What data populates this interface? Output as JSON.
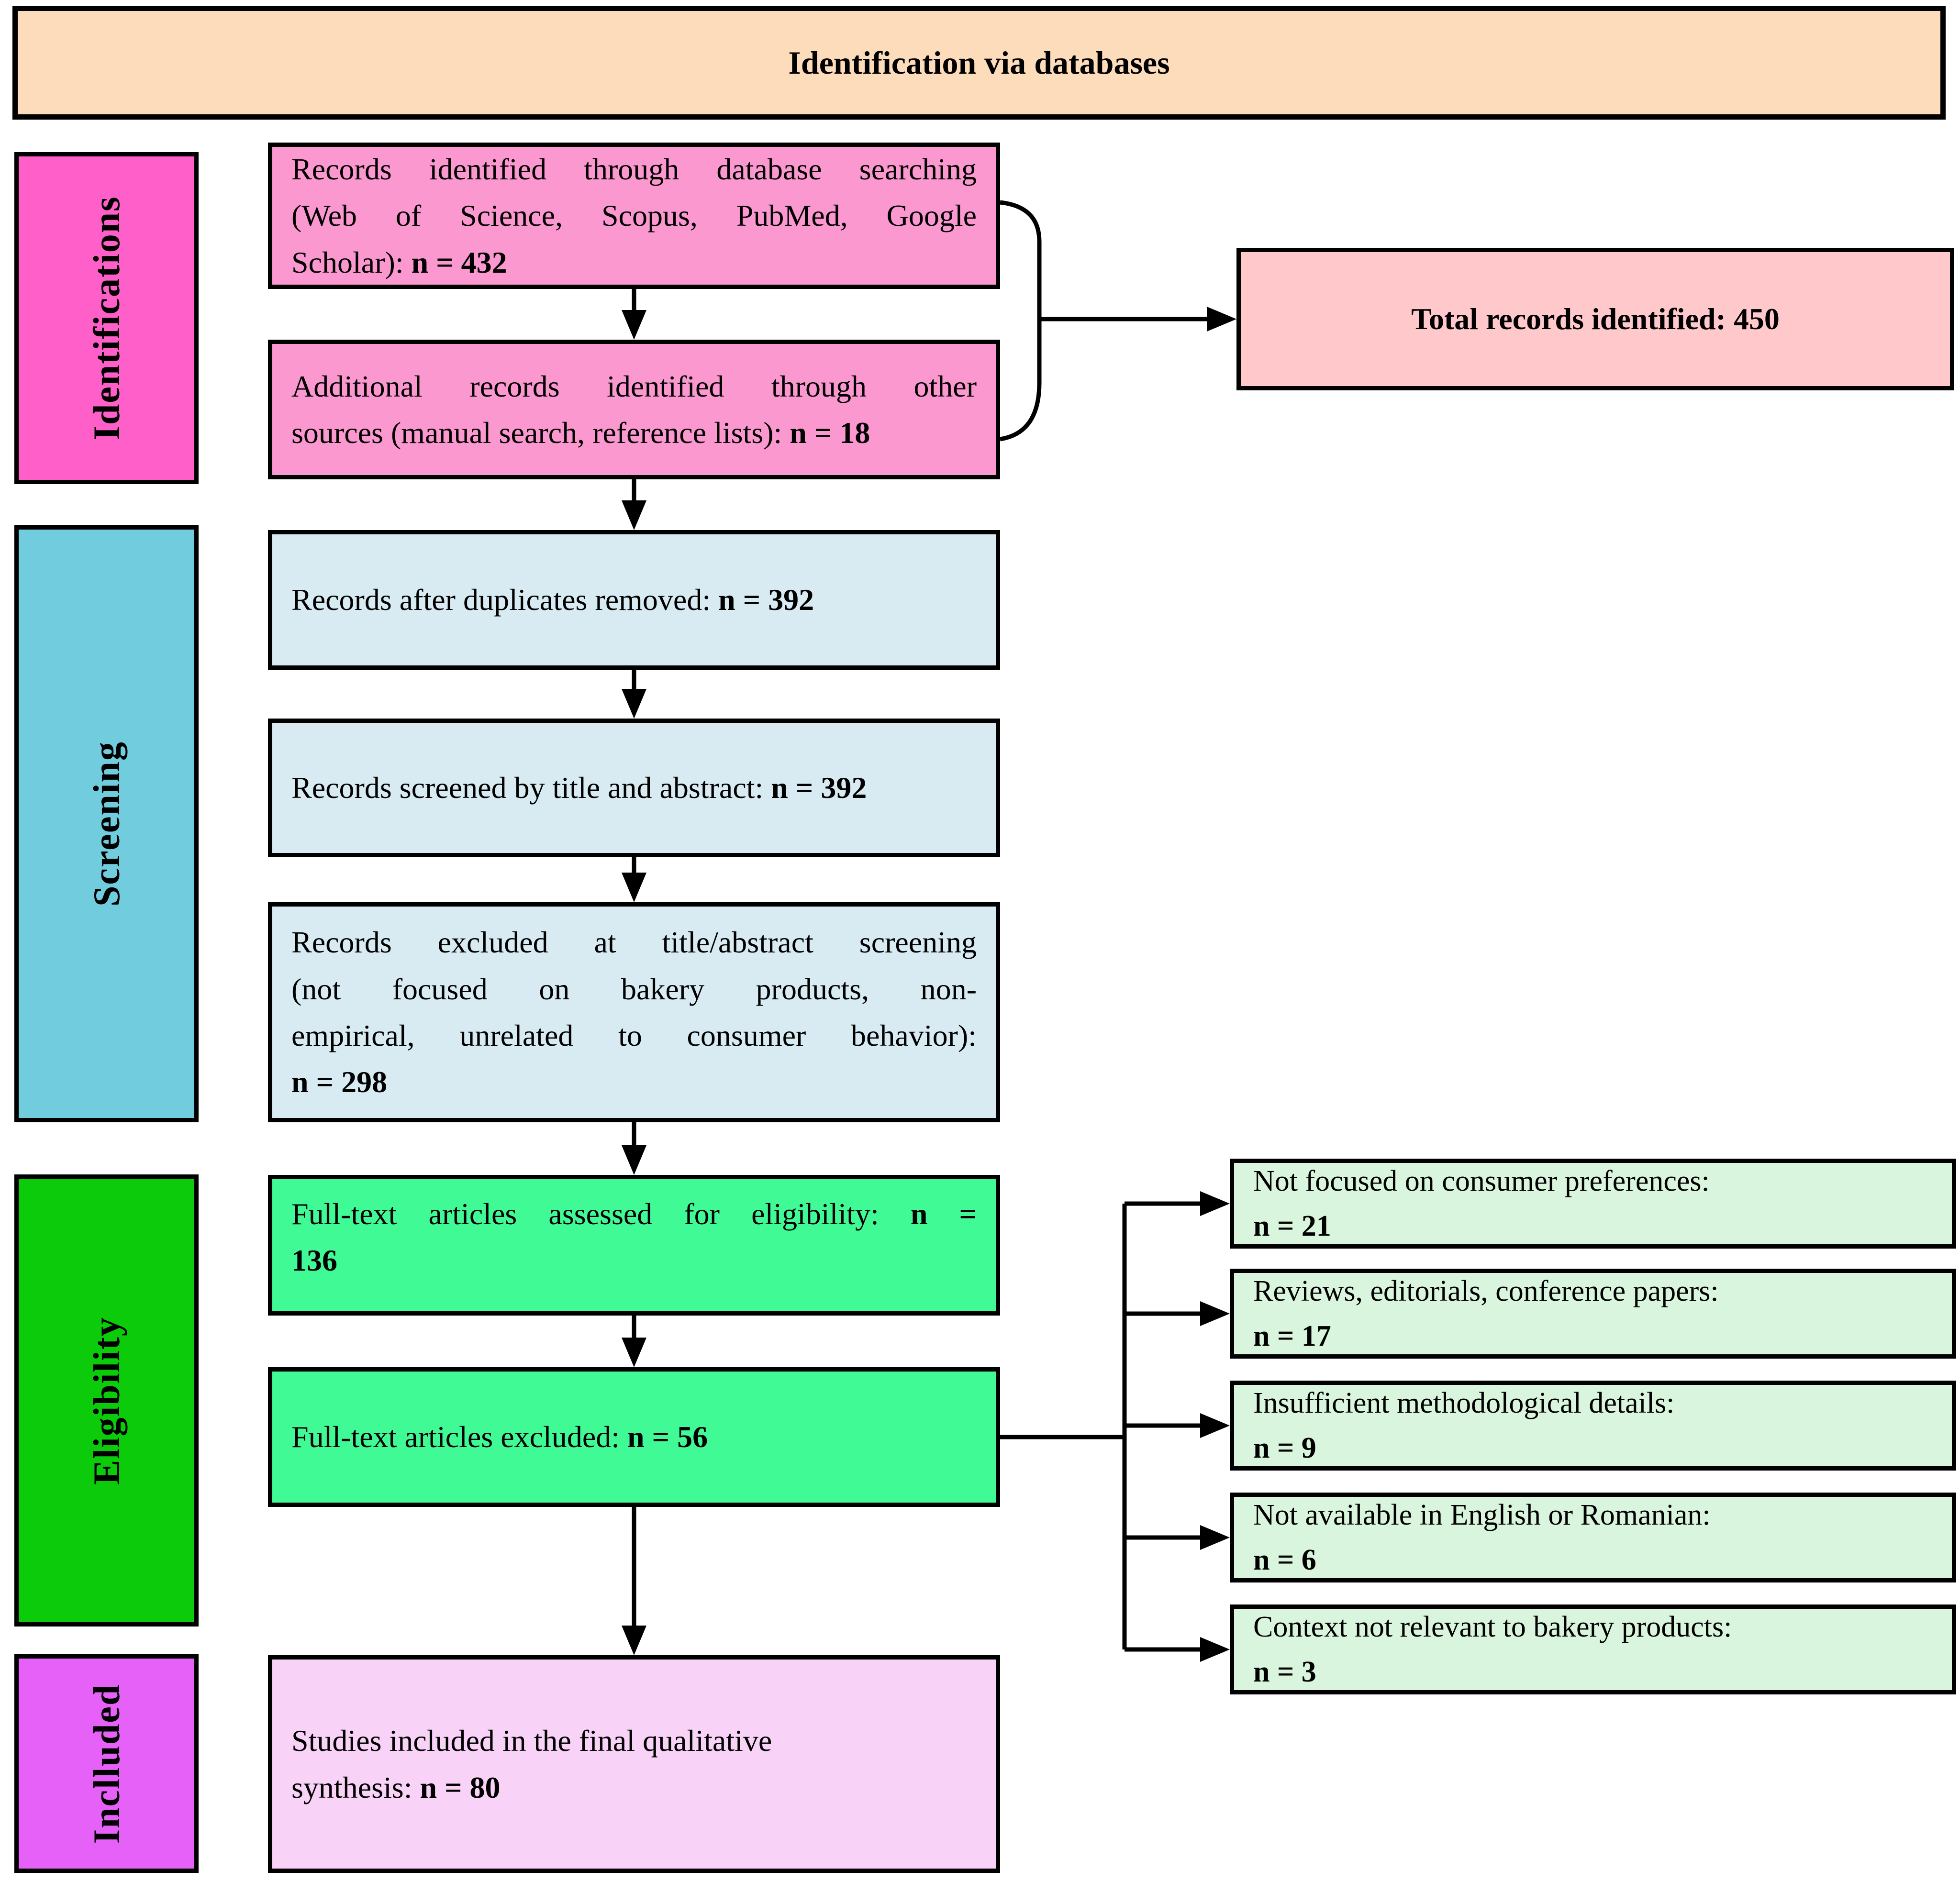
{
  "banner": {
    "label": "Identification via databases"
  },
  "sidebar": {
    "identifications": "Identifications",
    "screening": "Screening",
    "eligibility": "Eligibility",
    "included": "Inclluded"
  },
  "boxes": {
    "db_search": {
      "lines": [
        "Records identified through database searching",
        "(Web of Science, Scopus, PubMed, Google",
        "Scholar): **n = 432**"
      ]
    },
    "other_sources": {
      "lines": [
        "Additional records identified through other",
        "sources (manual search, reference lists): **n = 18**"
      ]
    },
    "total": {
      "label": "**Total records identified: 450**"
    },
    "duplicates_removed": {
      "lines": [
        "Records after duplicates removed: **n = 392**"
      ]
    },
    "screened_title_abstract": {
      "lines": [
        "Records screened by title and abstract: **n = 392**"
      ]
    },
    "excluded_screening": {
      "lines": [
        "Records excluded at title/abstract screening",
        "(not focused on bakery products, non-",
        "empirical, unrelated to consumer behavior):",
        "**n = 298**"
      ]
    },
    "fulltext_assessed": {
      "lines": [
        "Full-text articles assessed for eligibility: **n =**",
        "**136**"
      ]
    },
    "fulltext_excluded": {
      "lines": [
        "Full-text articles excluded: **n = 56**"
      ]
    },
    "included_synthesis": {
      "lines": [
        "Studies included in the final qualitative",
        "synthesis: **n = 80**"
      ]
    },
    "reasons": [
      "Not focused on consumer preferences: **n = 21**",
      "Reviews, editorials, conference papers: **n = 17**",
      "Insufficient methodological details: **n = 9**",
      "Not available in English or Romanian: **n = 6**",
      "Context not relevant to bakery products: **n = 3**"
    ]
  },
  "colors": {
    "banner": "#FCDCBA",
    "pink_side": "#FF5FC8",
    "pink_box": "#FB98D0",
    "total_box": "#FFC9CC",
    "cyan_side": "#71CDDE",
    "blue_box": "#D8EBF2",
    "green_side": "#0BCB0B",
    "green_box": "#40FA95",
    "mint_box": "#D9F5DD",
    "violet_side": "#E561F8",
    "violet_box": "#F8D3F7",
    "line": "#000000"
  }
}
